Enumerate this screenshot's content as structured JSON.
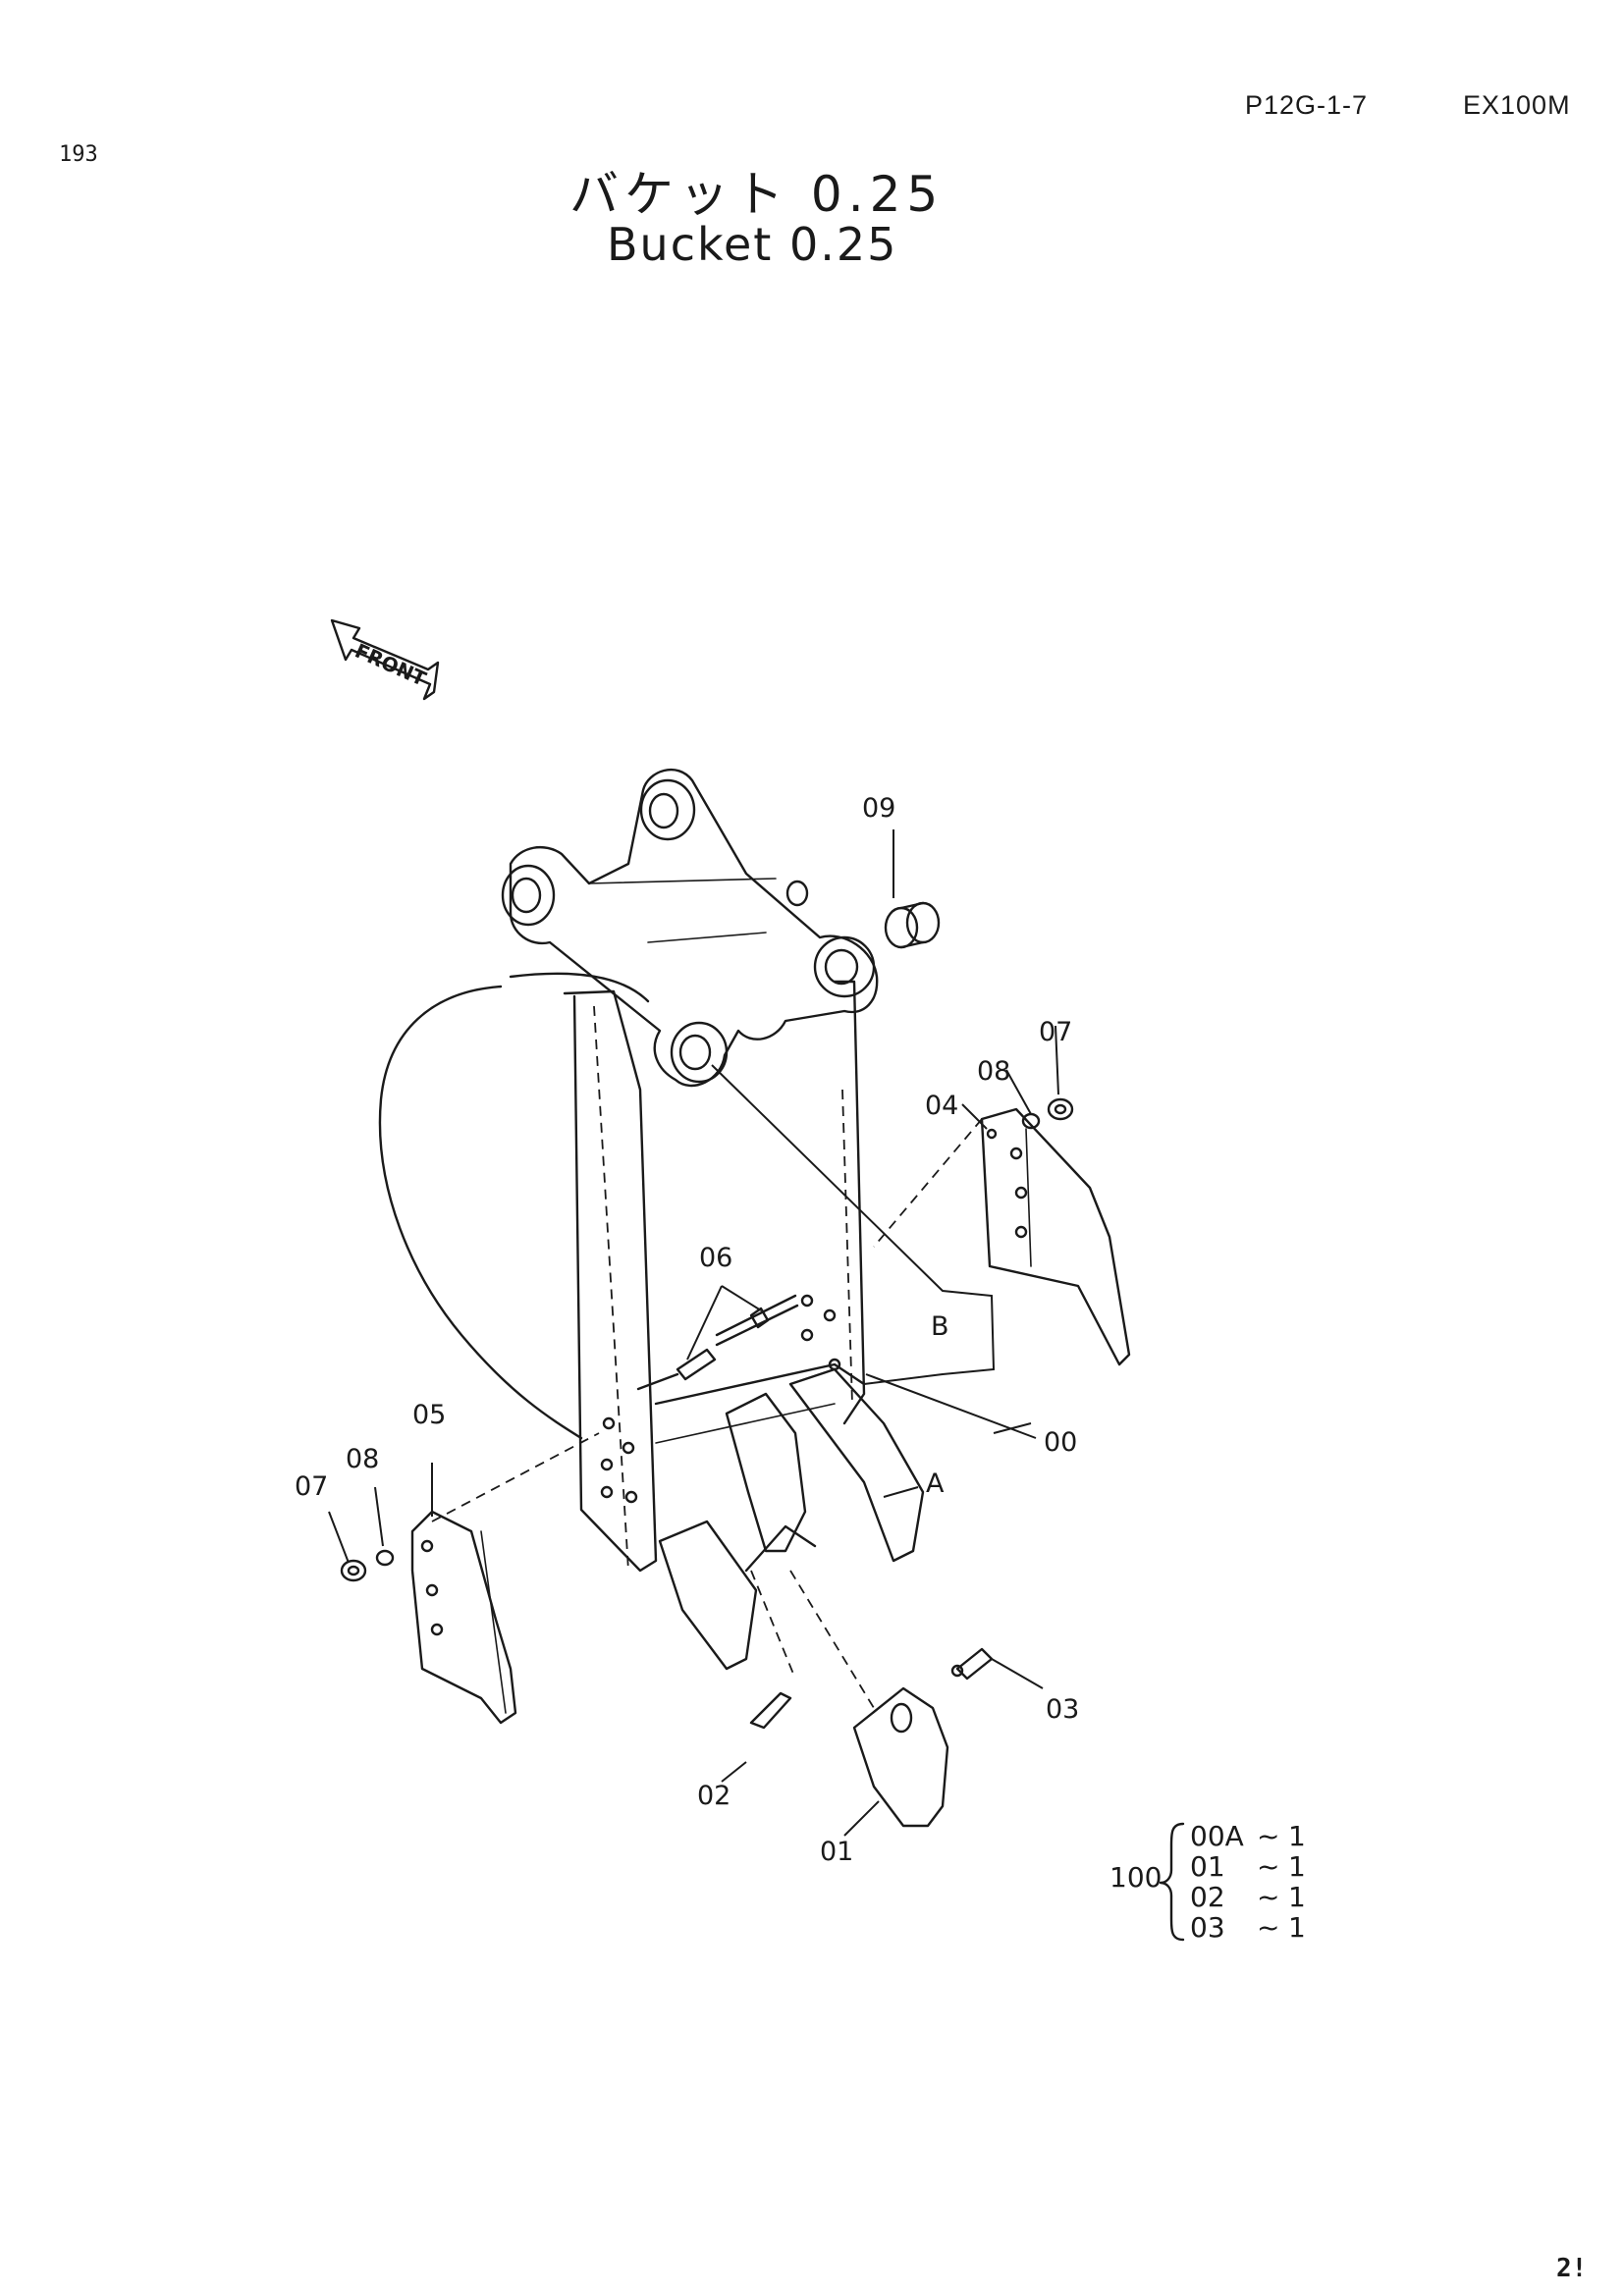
{
  "header": {
    "page_code": "P12G-1-7",
    "model": "EX100M",
    "page_number": "193",
    "footer_number": "2!"
  },
  "title": {
    "japanese": "バケット 0.25",
    "english": "Bucket 0.25"
  },
  "diagram": {
    "front_marker": "FRONT",
    "labels": {
      "p00": "00",
      "p01": "01",
      "p02": "02",
      "p03": "03",
      "p04": "04",
      "p05": "05",
      "p06": "06",
      "p07a": "07",
      "p07b": "07",
      "p08a": "08",
      "p08b": "08",
      "p09": "09",
      "refA": "A",
      "refB": "B"
    },
    "assembly": {
      "number": "100",
      "rows": [
        {
          "part": "00A",
          "sep": "~",
          "qty": "1"
        },
        {
          "part": "01",
          "sep": "~",
          "qty": "1"
        },
        {
          "part": "02",
          "sep": "~",
          "qty": "1"
        },
        {
          "part": "03",
          "sep": "~",
          "qty": "1"
        }
      ]
    }
  }
}
